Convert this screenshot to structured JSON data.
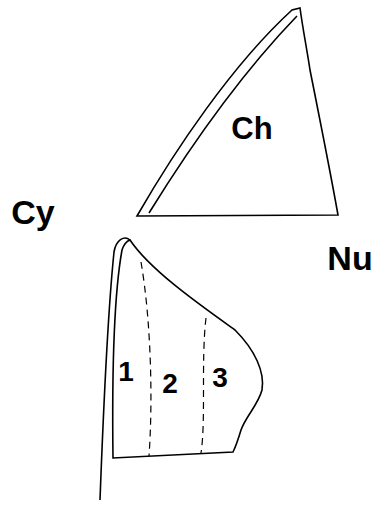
{
  "diagram": {
    "nodes": [
      {
        "text": [
          "Ch"
        ]
      },
      {
        "text": [
          "1",
          "2",
          "3"
        ]
      }
    ],
    "labels": [
      "Cy",
      "Nu"
    ]
  }
}
